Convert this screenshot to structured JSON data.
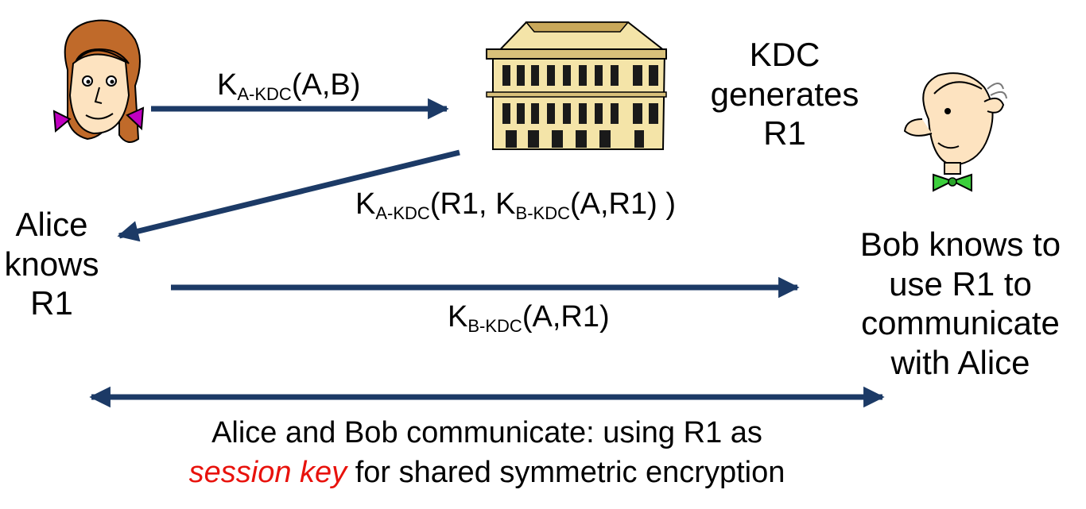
{
  "kdc": {
    "label": "KDC\ngenerates\nR1"
  },
  "alice": {
    "label": "Alice\nknows\nR1"
  },
  "bob": {
    "label": "Bob knows to\nuse  R1 to\ncommunicate\nwith Alice"
  },
  "messages": {
    "m1": {
      "key": "K",
      "key_sub": "A-KDC",
      "content": "(A,B)"
    },
    "m2": {
      "key": "K",
      "key_sub": "A-KDC",
      "content_pre": "(R1, ",
      "inner_key": "K",
      "inner_sub": "B-KDC",
      "content_post": "(A,R1) )"
    },
    "m3": {
      "key": "K",
      "key_sub": "B-KDC",
      "content": "(A,R1)"
    }
  },
  "bottom": {
    "line1": "Alice and Bob communicate: using R1 as",
    "emphasis": "session key",
    "line2_rest": " for shared symmetric encryption"
  },
  "colors": {
    "arrow": "#1c3a66",
    "emphasis": "#e8120c"
  }
}
